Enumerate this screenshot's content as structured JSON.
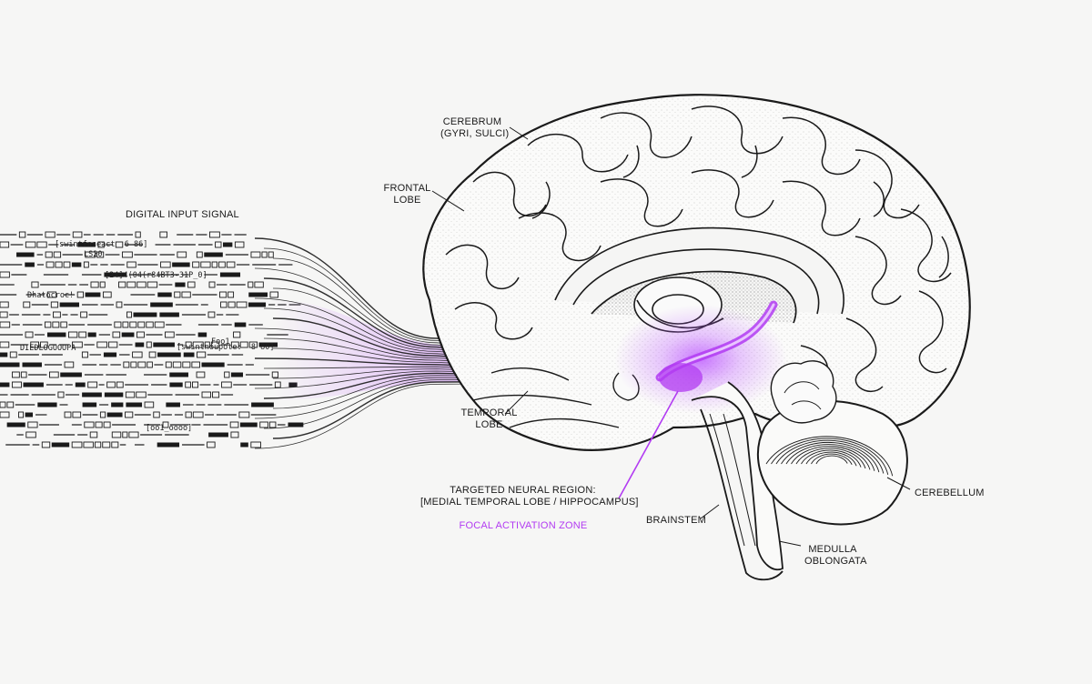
{
  "labels": {
    "digital_input": "DIGITAL INPUT SIGNAL",
    "cerebrum": [
      "CEREBRUM",
      "(GYRI, SULCI)"
    ],
    "frontal": [
      "FRONTAL",
      "LOBE"
    ],
    "temporal": [
      "TEMPORAL",
      "LOBE"
    ],
    "targeted": [
      "TARGETED NEURAL REGION:",
      "[MEDIAL TEMPORAL LOBE / HIPPOCAMPUS]"
    ],
    "focal": "FOCAL ACTIVATION ZONE",
    "brainstem": "BRAINSTEM",
    "cerebellum": "CEREBELLUM",
    "medulla": [
      "MEDULLA",
      "OBLONGATA"
    ]
  },
  "code_fragments": [
    "[swintfnseact  6 86]",
    "LS20",
    "[24]4(04(r84BT3-31P_0]",
    "[swintnoupote:  8 80]",
    "Foo1",
    "[oo1_oooo]",
    "Dhatocroc!",
    "DIEDLOGOOOPA"
  ],
  "colors": {
    "line": "#1a1a1a",
    "accent": "#b23bf2",
    "glow": "#c060ff",
    "background": "#f6f6f5"
  }
}
